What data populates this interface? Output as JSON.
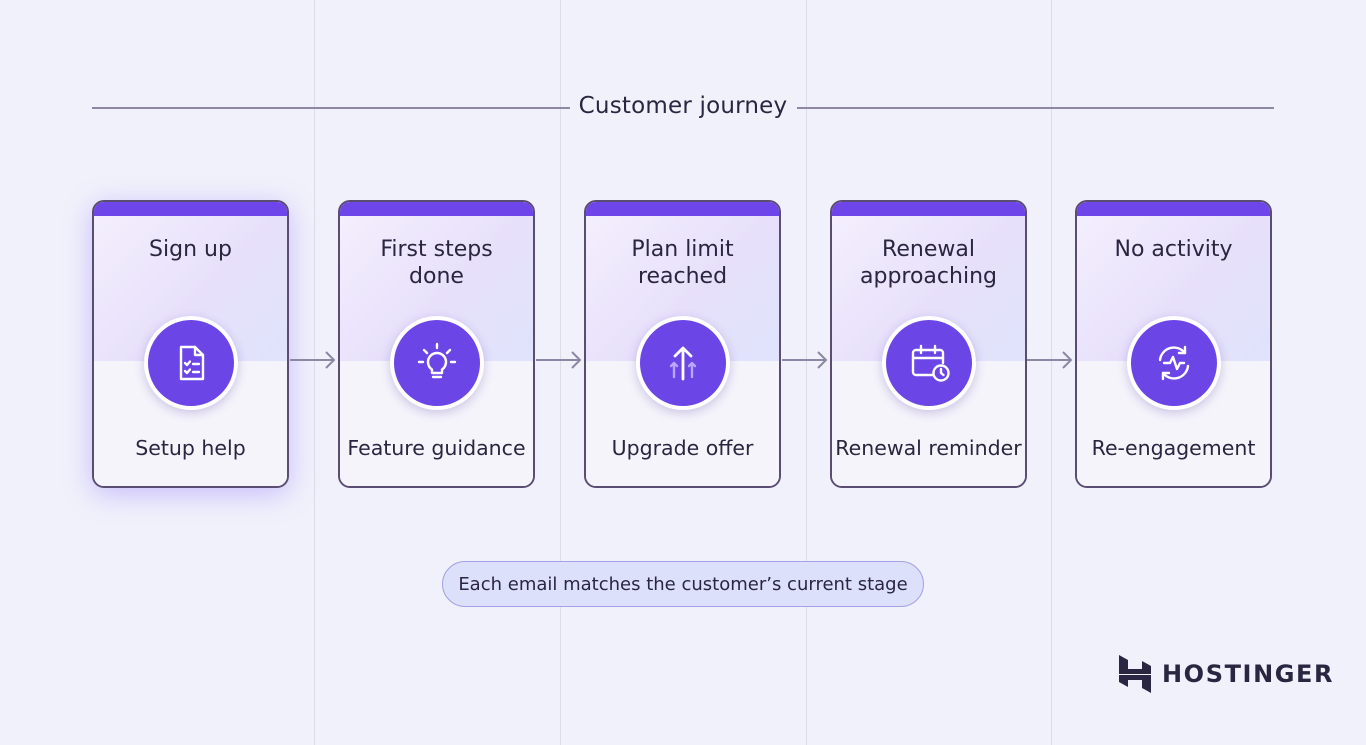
{
  "header": {
    "title": "Customer journey"
  },
  "stages": [
    {
      "trigger": "Sign up",
      "email": "Setup help",
      "icon": "document-checklist-icon"
    },
    {
      "trigger": "First steps\ndone",
      "email": "Feature guidance",
      "icon": "lightbulb-icon"
    },
    {
      "trigger": "Plan limit\nreached",
      "email": "Upgrade offer",
      "icon": "upgrade-arrow-icon"
    },
    {
      "trigger": "Renewal\napproaching",
      "email": "Renewal reminder",
      "icon": "calendar-clock-icon"
    },
    {
      "trigger": "No activity",
      "email": "Re-engagement",
      "icon": "refresh-pulse-icon"
    }
  ],
  "footnote": "Each email matches the customer’s current stage",
  "brand": {
    "name": "HOSTINGER",
    "logo_icon": "hostinger-logo-icon"
  },
  "colors": {
    "accent": "#6b45e6",
    "border": "#5b4d72",
    "background": "#f1f1fb",
    "pill": "#dde0fb"
  }
}
